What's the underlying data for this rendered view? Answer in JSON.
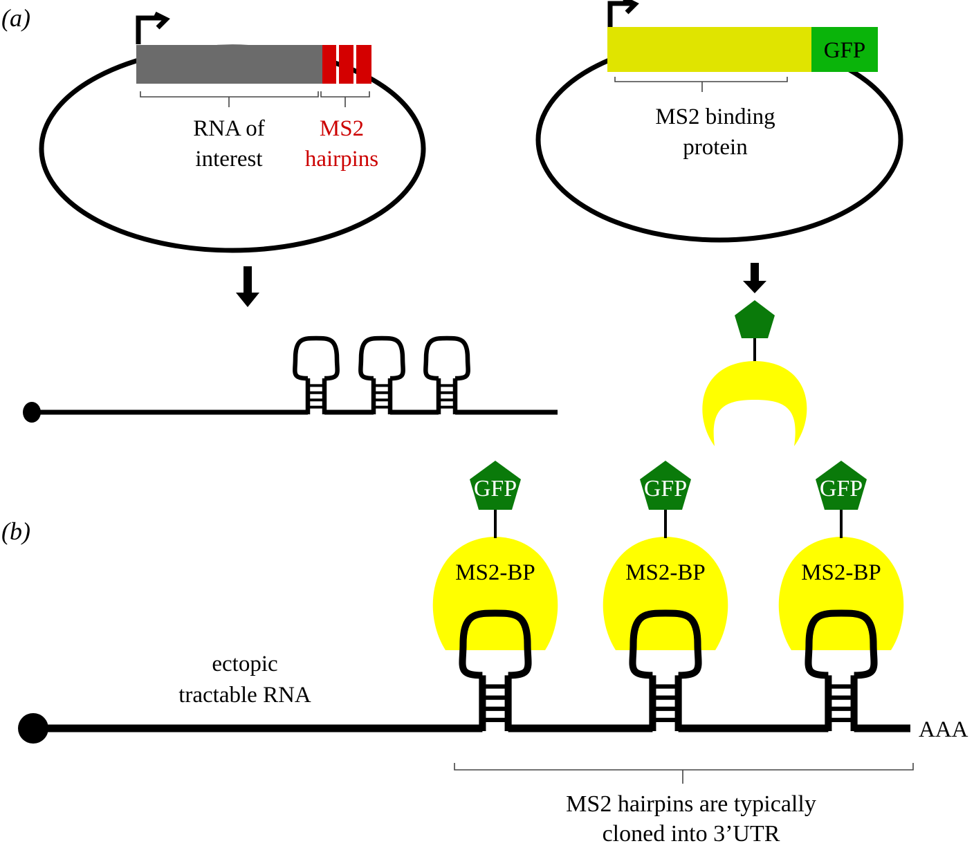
{
  "figure": {
    "panel_a": {
      "label_pre": "(",
      "label_letter": "a",
      "label_post": ")",
      "plasmid_left": {
        "rna_label_line1": "RNA of",
        "rna_label_line2": "interest",
        "hairpins_label_line1": "MS2",
        "hairpins_label_line2": "hairpins",
        "hairpin_segment_count": 3
      },
      "plasmid_right": {
        "fusion_tag": "GFP",
        "binding_label_line1": "MS2 binding",
        "binding_label_line2": "protein"
      },
      "transcript_hairpin_count": 3
    },
    "panel_b": {
      "label_pre": "(",
      "label_letter": "b",
      "label_post": ")",
      "rna_label_line1": "ectopic",
      "rna_label_line2": "tractable RNA",
      "polyA": "AAA",
      "complexes": [
        {
          "gfp": "GFP",
          "bp": "MS2-BP"
        },
        {
          "gfp": "GFP",
          "bp": "MS2-BP"
        },
        {
          "gfp": "GFP",
          "bp": "MS2-BP"
        }
      ],
      "bracket_line1": "MS2 hairpins are typically",
      "bracket_line2": "cloned into 3’UTR"
    },
    "colors": {
      "gene_gray": "#6b6b6b",
      "hairpin_red": "#d40000",
      "ms2bp_yellow": "#ffff00",
      "ms2bp_gene_yellow": "#e0e400",
      "gfp_green": "#0a7a0a",
      "gfp_gene_green": "#0ab40a",
      "hairpin_text_red": "#cc0000"
    }
  }
}
